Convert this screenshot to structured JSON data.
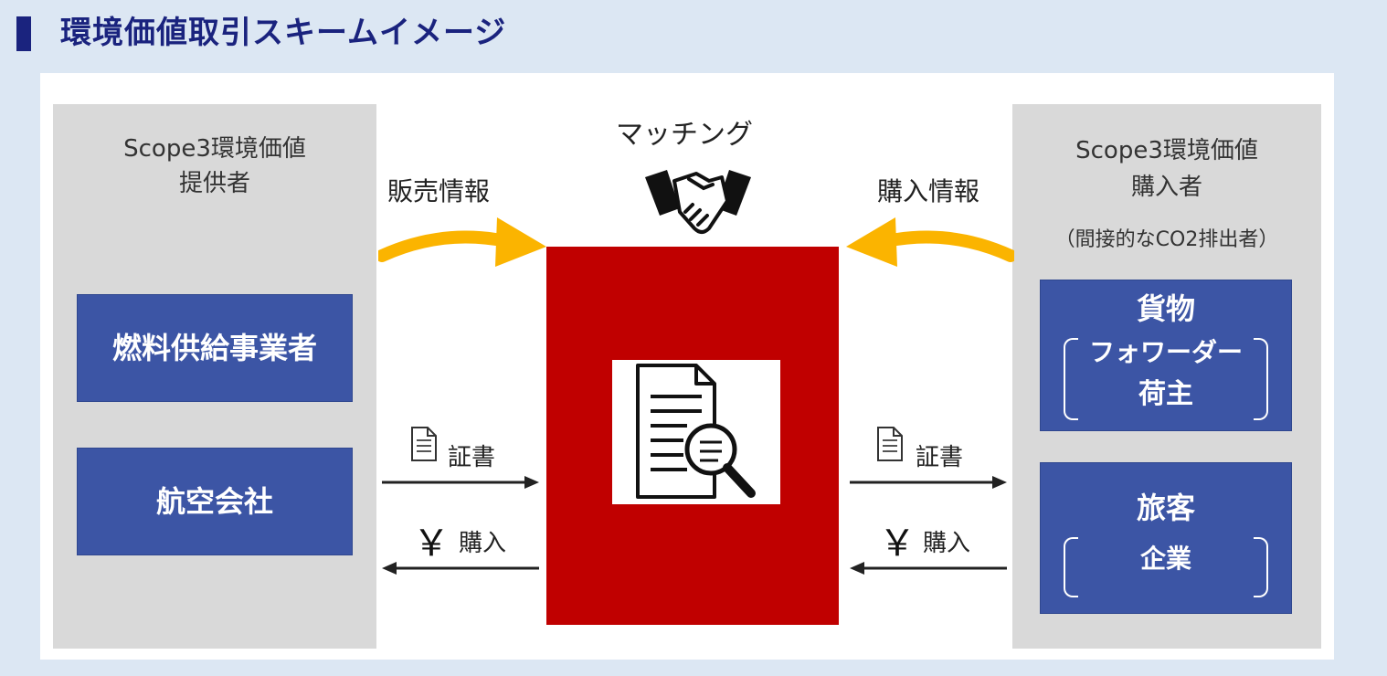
{
  "heading": "環境価値取引スキームイメージ",
  "provider": {
    "title_line1": "Scope3環境価値",
    "title_line2": "提供者",
    "entities": [
      "燃料供給事業者",
      "航空会社"
    ]
  },
  "buyer": {
    "title_line1": "Scope3環境価値",
    "title_line2": "購入者",
    "subtitle": "（間接的なCO2排出者）",
    "cargo": {
      "line1": "貨物",
      "line2": "フォワーダー",
      "line3": "荷主"
    },
    "passenger": {
      "line1": "旅客",
      "line2": "企業"
    }
  },
  "center": {
    "matching_label": "マッチング",
    "sales_info_label": "販売情報",
    "purchase_info_label": "購入情報"
  },
  "flows": {
    "certificate_label": "証書",
    "purchase_label": "購入",
    "yen_symbol": "￥"
  },
  "colors": {
    "heading": "#1a237e",
    "entity_fill": "#3c55a5",
    "center_fill": "#c00000",
    "arrow_yellow": "#fbb400",
    "side_panel": "#d9d9d9"
  },
  "icons": [
    "handshake-icon",
    "document-search-icon",
    "document-icon"
  ]
}
